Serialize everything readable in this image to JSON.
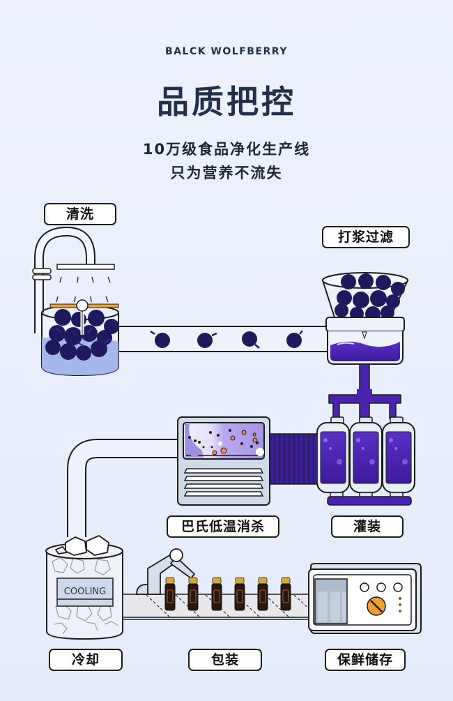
{
  "header": {
    "brand": "BALCK WOLFBERRY",
    "title": "品质把控",
    "subtitle_line1": "10万级食品净化生产线",
    "subtitle_line2": "只为营养不流失"
  },
  "steps": [
    {
      "label": "清洗",
      "icon": "washing-tank-icon"
    },
    {
      "label": "打浆过滤",
      "icon": "pulping-filter-icon"
    },
    {
      "label": "灌装",
      "icon": "filling-cylinders-icon"
    },
    {
      "label": "巴氏低温消杀",
      "icon": "pasteurizer-icon"
    },
    {
      "label": "冷却",
      "icon": "cooling-tank-icon"
    },
    {
      "label": "包装",
      "icon": "packaging-conveyor-icon"
    },
    {
      "label": "保鲜储存",
      "icon": "fresh-storage-cabinet-icon"
    }
  ],
  "cooling_tag": "COOLING",
  "colors": {
    "berry": "#1f1a5e",
    "juice": "#4b23b0",
    "water": "#9fb4ea",
    "outline": "#1c1c1c",
    "machine": "#cfdbe8",
    "accent_orange": "#f0a030",
    "text_dark": "#22304d"
  }
}
